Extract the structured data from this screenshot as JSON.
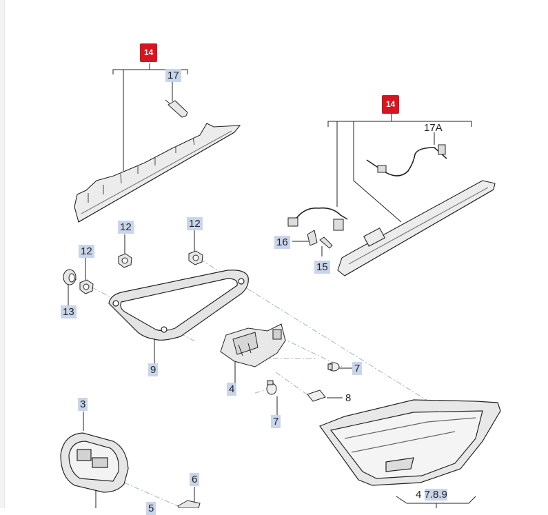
{
  "diagram": {
    "callouts": {
      "c14_left": "14",
      "c17": "17",
      "c14_right": "14",
      "c17a": "17A",
      "c16": "16",
      "c15": "15",
      "c12_a": "12",
      "c12_b": "12",
      "c12_c": "12",
      "c13": "13",
      "c9": "9",
      "c4": "4",
      "c7_a": "7",
      "c8": "8",
      "c7_b": "7",
      "c3": "3",
      "c6": "6",
      "c5": "5",
      "c_group_a": "4",
      "c_group_b": "7.8.9"
    },
    "colors": {
      "callout_highlight": "#c9d5ea",
      "callout_red": "#d8141e",
      "line": "#222222",
      "leader_dash": "#9fb4cc"
    }
  }
}
